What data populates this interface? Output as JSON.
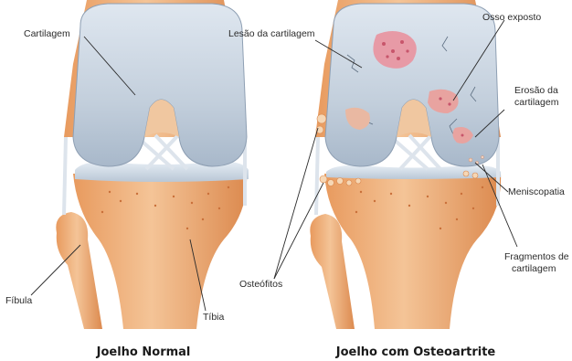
{
  "captions": {
    "normal": "Joelho Normal",
    "oa": "Joelho com Osteoartrite"
  },
  "labels": {
    "cartilagem": "Cartilagem",
    "fibula": "Fíbula",
    "tibia": "Tíbia",
    "lesao": "Lesão da cartilagem",
    "osso_exposto": "Osso exposto",
    "erosao_1": "Erosão da",
    "erosao_2": "cartilagem",
    "meniscopatia": "Meniscopatia",
    "fragmentos_1": "Fragmentos de",
    "fragmentos_2": "cartilagem",
    "osteofitos": "Osteófitos"
  },
  "colors": {
    "bone": "#eeab72",
    "bone_shadow": "#d9874e",
    "cartilage": "#c7d3e0",
    "cartilage_shadow": "#9fb0c4",
    "ligament": "#dfe6ee",
    "lesion": "#e79aa6"
  }
}
